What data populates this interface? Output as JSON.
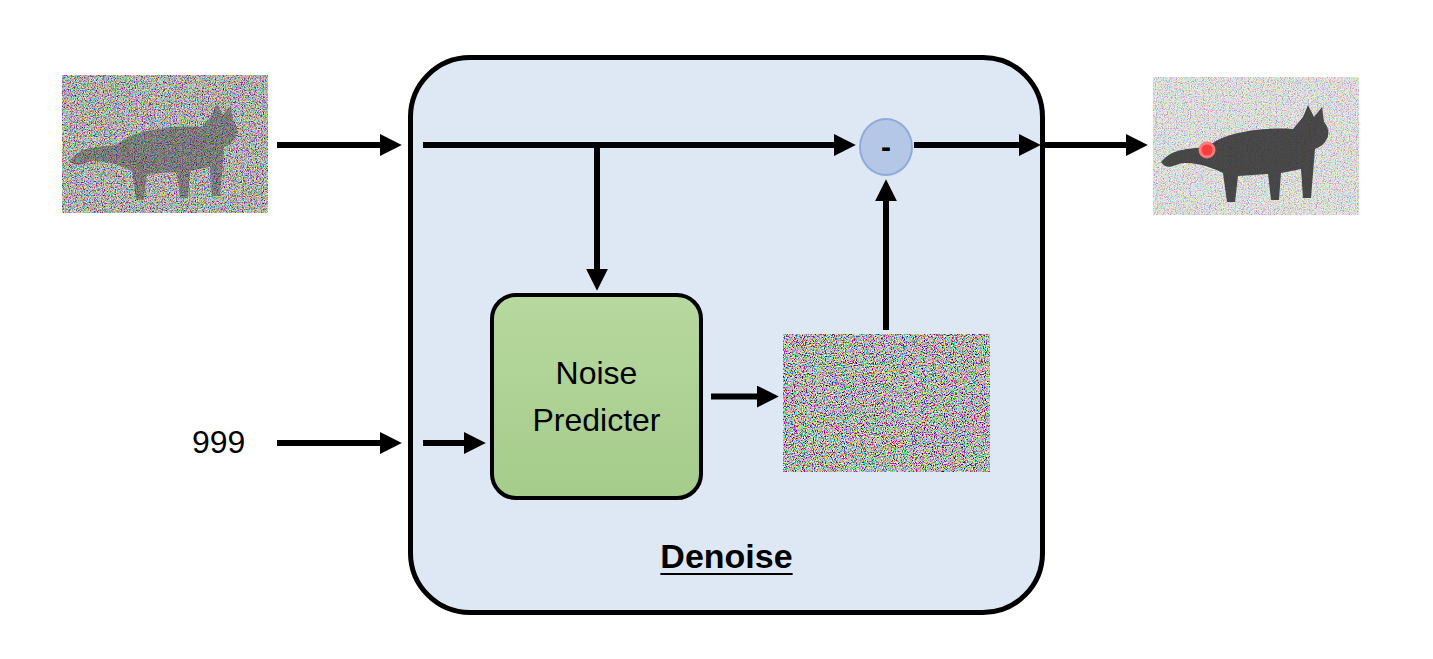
{
  "diagram": {
    "nodes": [
      {
        "text": [
          "Denoise"
        ]
      },
      {
        "text": [
          "Noise Predicter"
        ],
        "in": 0
      },
      {
        "text": [
          "-"
        ],
        "in": 0
      }
    ],
    "edges": [
      {
        "from": 1,
        "to": 2,
        "arrow": "to"
      }
    ],
    "labels": [
      "999"
    ]
  }
}
